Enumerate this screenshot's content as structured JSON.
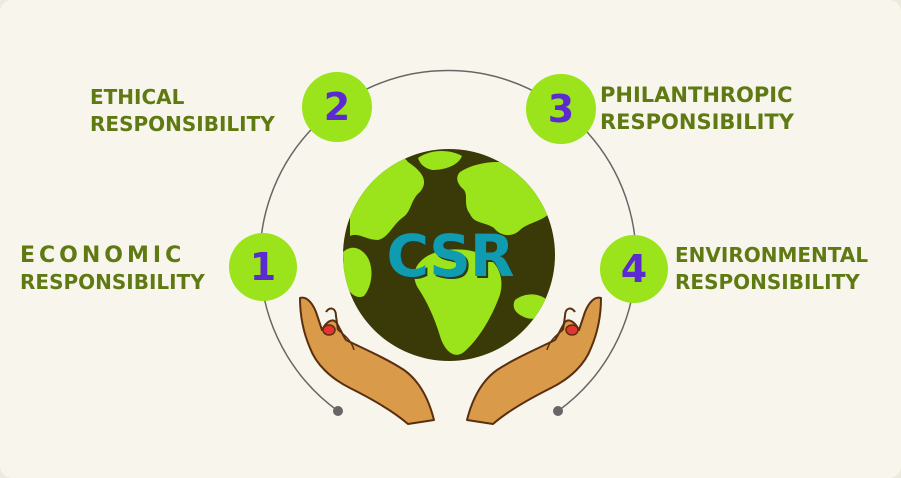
{
  "center": {
    "title": "CSR"
  },
  "items": [
    {
      "number": "1",
      "line1": "ECONOMIC",
      "line2": "RESPONSIBILITY"
    },
    {
      "number": "2",
      "line1": "ETHICAL",
      "line2": "RESPONSIBILITY"
    },
    {
      "number": "3",
      "line1": "PHILANTHROPIC",
      "line2": "RESPONSIBILITY"
    },
    {
      "number": "4",
      "line1": "ENVIRONMENTAL",
      "line2": "RESPONSIBILITY"
    }
  ],
  "colors": {
    "accent_green": "#9be31a",
    "number_purple": "#5b2bd1",
    "label_olive": "#5f7a12",
    "globe_dark": "#3a3a08",
    "csr_teal": "#0f9bb0",
    "hand_skin": "#d99a4a"
  },
  "icons": [
    "globe-icon",
    "left-hand-icon",
    "right-hand-icon"
  ]
}
